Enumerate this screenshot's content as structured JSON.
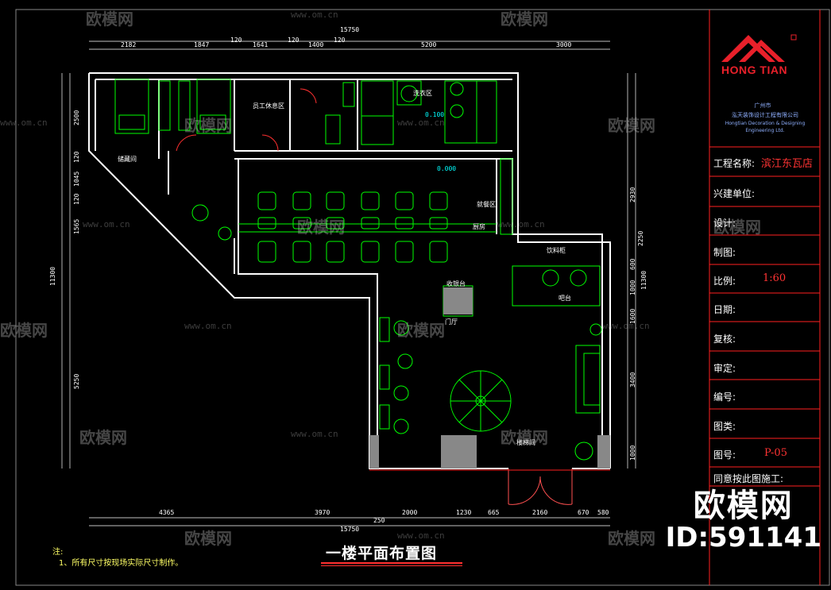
{
  "drawing": {
    "title": "一楼平面布置图",
    "notes_heading": "注:",
    "notes": [
      "1、所有尺寸按现场实际尺寸制作。"
    ],
    "elevation_1": "0.100",
    "elevation_2": "0.000"
  },
  "dimensions": {
    "top_total": "15750",
    "top_segments": [
      "2182",
      "1847",
      "120",
      "1641",
      "120",
      "1400",
      "120",
      "5200",
      "3000"
    ],
    "bottom_total": "15750",
    "bottom_segments": [
      "4365",
      "3970",
      "2000",
      "1230",
      "665",
      "2160",
      "670",
      "580"
    ],
    "bottom_small": "250",
    "left_total": "11300",
    "left_segments": [
      "2500",
      "120",
      "1045",
      "120",
      "1565",
      "5250"
    ],
    "right_total": "11300",
    "right_segments": [
      "2930",
      "2250",
      "600",
      "1000",
      "1600",
      "3400",
      "1000"
    ]
  },
  "rooms": {
    "staff_room": "员工休息区",
    "storage": "储藏间",
    "wash": "洗衣区",
    "dining": "就餐区",
    "counter": "收银台",
    "drink_counter": "饮料柜",
    "cook_area": "厨房",
    "stair": "楼梯间",
    "bar": "吧台",
    "entry": "门厅"
  },
  "title_block": {
    "company_logo_text": "HONG TIAN",
    "company_city": "广州市",
    "company_name": "泓天装饰设计工程有限公司",
    "company_en_1": "Hongtian Decoration & Designing",
    "company_en_2": "Engineering Ltd.",
    "fields": [
      {
        "label": "工程名称:",
        "value": "滨江东瓦店"
      },
      {
        "label": "兴建单位:",
        "value": ""
      },
      {
        "label": "设计:",
        "value": ""
      },
      {
        "label": "制图:",
        "value": ""
      },
      {
        "label": "比例:",
        "value": "1:60"
      },
      {
        "label": "日期:",
        "value": ""
      },
      {
        "label": "复核:",
        "value": ""
      },
      {
        "label": "审定:",
        "value": ""
      },
      {
        "label": "编号:",
        "value": ""
      },
      {
        "label": "图类:",
        "value": ""
      },
      {
        "label": "图号:",
        "value": "P-05"
      },
      {
        "label": "同意按此图施工:",
        "value": ""
      }
    ]
  },
  "watermark": {
    "brand": "欧模网",
    "url": "www.om.cn",
    "id_line": "ID:591141"
  },
  "colors": {
    "wall": "#ffffff",
    "furniture": "#00ff00",
    "dimension": "#ffffff",
    "titleblock_lines": "#ff2020",
    "logo": "#e8202a"
  }
}
